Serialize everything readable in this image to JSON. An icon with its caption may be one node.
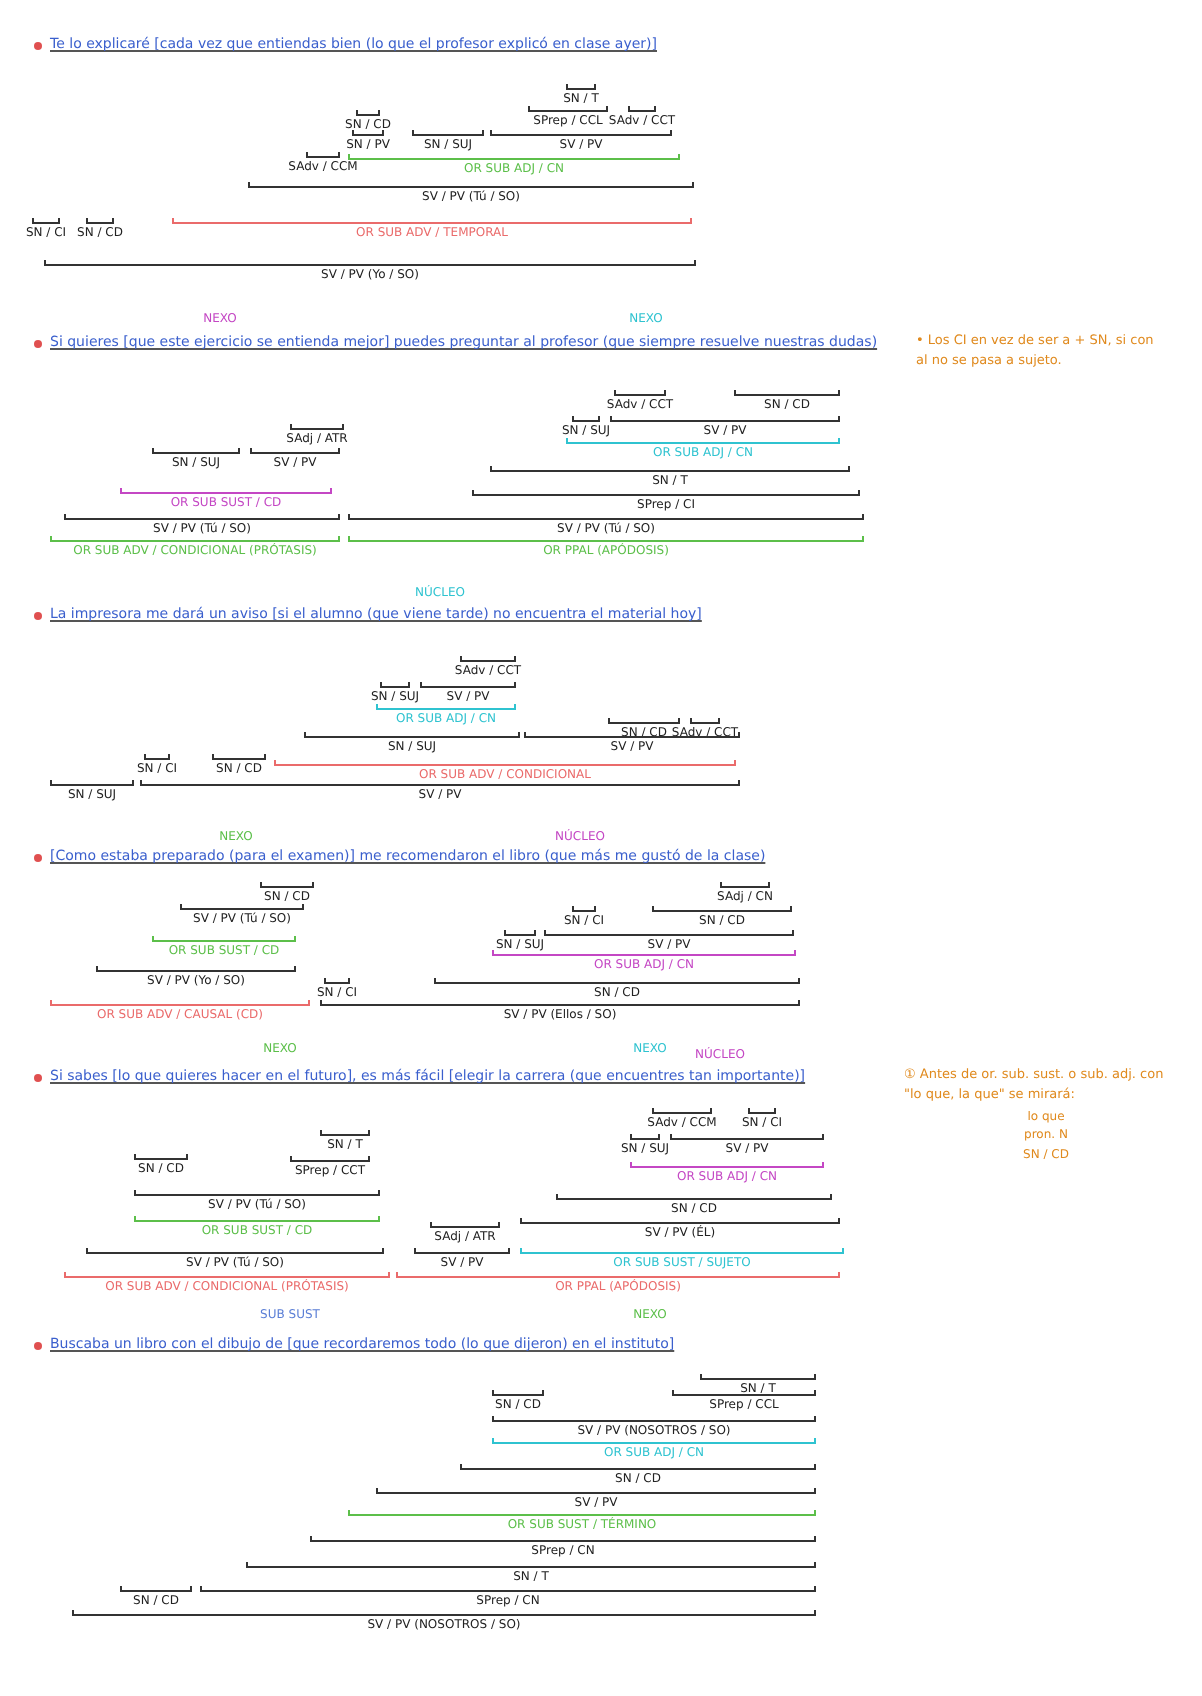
{
  "diagram": {
    "labels": [
      "Te lo explicaré [cada vez que entiendas bien (lo que el profesor explicó en clase ayer)]",
      "SN / T",
      "SPrep / CCL",
      "SAdv / CCT",
      "SN / CD",
      "SN / PV",
      "SN / SUJ",
      "SV / PV",
      "SAdv / CCM",
      "OR SUB ADJ / CN",
      "SV / PV (Tú / SO)",
      "SN / CI",
      "SN / CD",
      "OR SUB ADV / TEMPORAL",
      "SV / PV (Yo / SO)",
      "NEXO",
      "NEXO",
      "Si quieres [que este ejercicio se entienda mejor] puedes preguntar al profesor (que siempre resuelve nuestras dudas)",
      "SAdv / CCT",
      "SN / CD",
      "SN / SUJ",
      "SV / PV",
      "SAdj / ATR",
      "SN / SUJ",
      "SV / PV",
      "OR SUB ADJ / CN",
      "SN / T",
      "OR SUB SUST / CD",
      "SPrep / CI",
      "SV / PV (Tú / SO)",
      "SV / PV (Tú / SO)",
      "OR SUB ADV / CONDICIONAL (PRÓTASIS)",
      "OR PPAL (APÓDOSIS)",
      "• Los CI en vez de ser a + SN, si con al no se pasa a sujeto.",
      "NÚCLEO",
      "La impresora me dará un aviso [si el alumno (que viene tarde) no encuentra el material hoy]",
      "SAdv / CCT",
      "SN / SUJ",
      "SV / PV",
      "OR SUB ADJ / CN",
      "SN / CD",
      "SAdv / CCT",
      "SN / SUJ",
      "SV / PV",
      "SN / CI",
      "SN / CD",
      "OR SUB ADV / CONDICIONAL",
      "SN / SUJ",
      "SV / PV",
      "NEXO",
      "NÚCLEO",
      "[Como estaba preparado (para el examen)] me recomendaron el libro (que más me gustó de la clase)",
      "SN / CD",
      "SAdj / CN",
      "SV / PV (Tú / SO)",
      "SN / CI",
      "SN / CD",
      "SN / SUJ",
      "SV / PV",
      "OR SUB SUST / CD",
      "OR SUB ADJ / CN",
      "SV / PV (Yo / SO)",
      "SN / CI",
      "SN / CD",
      "OR SUB ADV / CAUSAL (CD)",
      "SV / PV (Ellos / SO)",
      "NEXO",
      "NEXO",
      "NÚCLEO",
      "Si sabes [lo que quieres hacer en el futuro], es más fácil [elegir la carrera (que encuentres tan importante)]",
      "SAdv / CCM",
      "SN / CI",
      "SN / T",
      "SN / SUJ",
      "SV / PV",
      "SN / CD",
      "SPrep / CCT",
      "OR SUB ADJ / CN",
      "SV / PV (Tú / SO)",
      "SN / CD",
      "OR SUB SUST / CD",
      "SAdj / ATR",
      "SV / PV (ÉL)",
      "SV / PV (Tú / SO)",
      "SV / PV",
      "OR SUB SUST / SUJETO",
      "OR SUB ADV / CONDICIONAL (PRÓTASIS)",
      "OR PPAL (APÓDOSIS)",
      "① Antes de or. sub. sust. o sub. adj. con \"lo que, la que\" se mirará:",
      "lo que",
      "pron. N",
      "SN / CD",
      "SUB SUST",
      "NEXO",
      "Buscaba un libro con el dibujo de [que recordaremos todo (lo que dijeron) en el instituto]",
      "SN / T",
      "SN / CD",
      "SPrep / CCL",
      "SV / PV (NOSOTROS / SO)",
      "OR SUB ADJ / CN",
      "SN / CD",
      "SV / PV",
      "OR SUB SUST / TÉRMINO",
      "SPrep / CN",
      "SN / T",
      "SN / CD",
      "SPrep / CN",
      "SV / PV (NOSOTROS / SO)"
    ]
  }
}
